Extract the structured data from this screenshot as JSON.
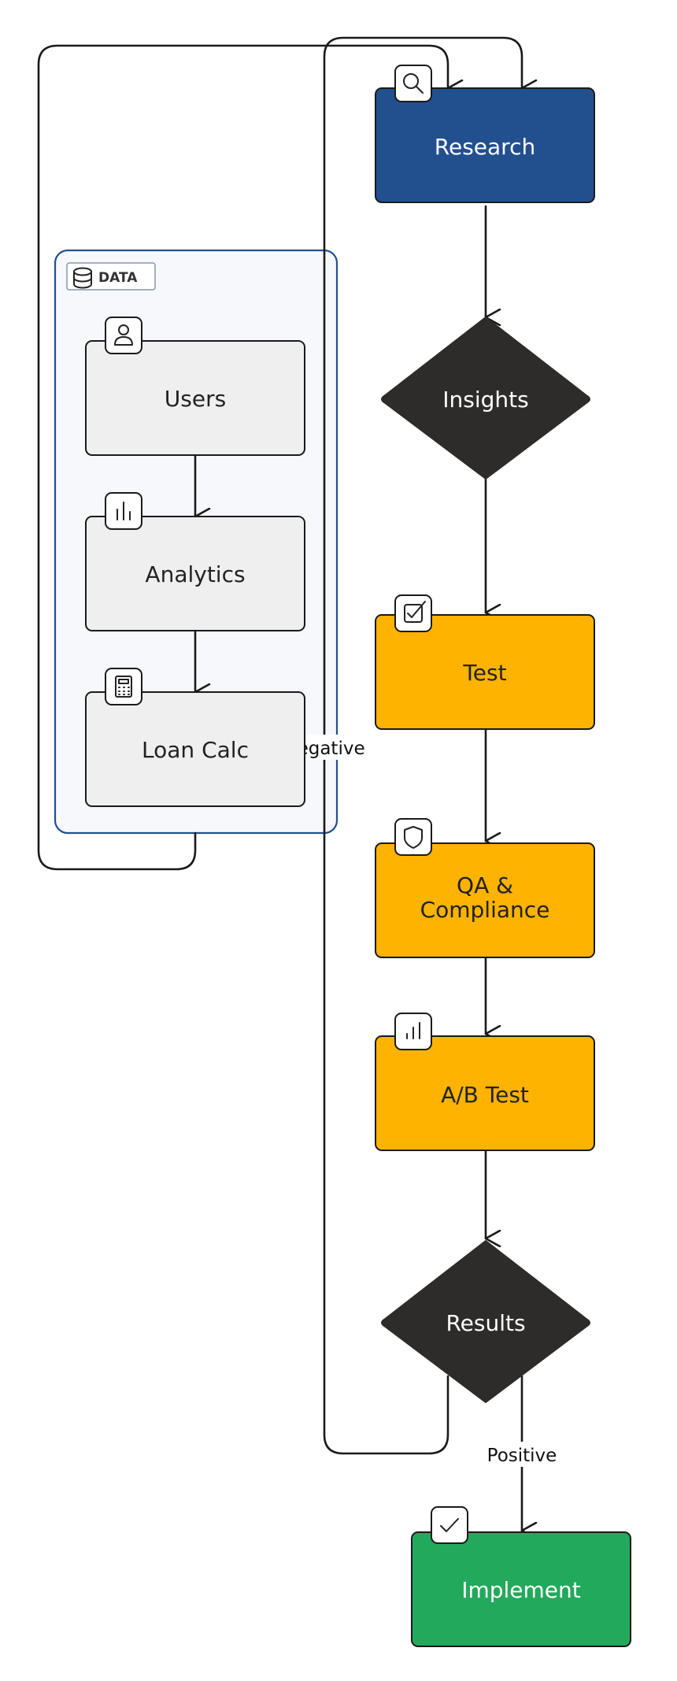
{
  "group": {
    "tag": "DATA"
  },
  "nodes": {
    "research": {
      "label": "Research",
      "icon": "search-icon",
      "fill": "#22508f",
      "text": "#ffffff"
    },
    "insights": {
      "label": "Insights",
      "fill": "#2e2b2b",
      "text": "#ffffff"
    },
    "test": {
      "label": "Test",
      "icon": "checkbox-icon",
      "fill": "#fdb300",
      "text": "#222222"
    },
    "qa": {
      "label_line1": "QA &",
      "label_line2": "Compliance",
      "icon": "shield-icon",
      "fill": "#fdb300",
      "text": "#222222"
    },
    "abtest": {
      "label": "A/B Test",
      "icon": "bar-chart-icon",
      "fill": "#fdb300",
      "text": "#222222"
    },
    "results": {
      "label": "Results",
      "fill": "#2e2b2b",
      "text": "#ffffff"
    },
    "implement": {
      "label": "Implement",
      "icon": "check-icon",
      "fill": "#23a95b",
      "text": "#ffffff"
    },
    "users": {
      "label": "Users",
      "icon": "user-icon",
      "fill": "#efefef",
      "text": "#222222"
    },
    "analytics": {
      "label": "Analytics",
      "icon": "chart-icon",
      "fill": "#efefef",
      "text": "#222222"
    },
    "loancalc": {
      "label": "Loan Calc",
      "icon": "calculator-icon",
      "fill": "#efefef",
      "text": "#222222"
    }
  },
  "edges": {
    "negative": "Negative",
    "positive": "Positive"
  }
}
